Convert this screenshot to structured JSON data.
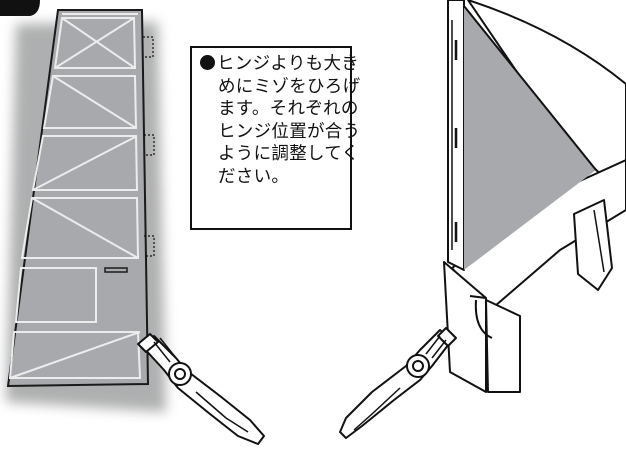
{
  "colors": {
    "panel_fill": "#a7a9ac",
    "panel_outline": "#1a1a1a",
    "engraving": "#ececec",
    "tool_fill": "#ffffff",
    "tool_outline": "#111111",
    "note_border": "#111111",
    "note_text": "#111111"
  },
  "icons": {
    "tab": "black-tab-icon",
    "hinge_marker": "dashed-hinge-marker-icon",
    "blade": "hobby-knife-icon"
  },
  "note": {
    "lines": [
      "ヒンジよりも大き",
      "めにミゾをひろげ",
      "ます。それぞれの",
      "ヒンジ位置が合う",
      "ように調整してく",
      "ださい。"
    ]
  }
}
